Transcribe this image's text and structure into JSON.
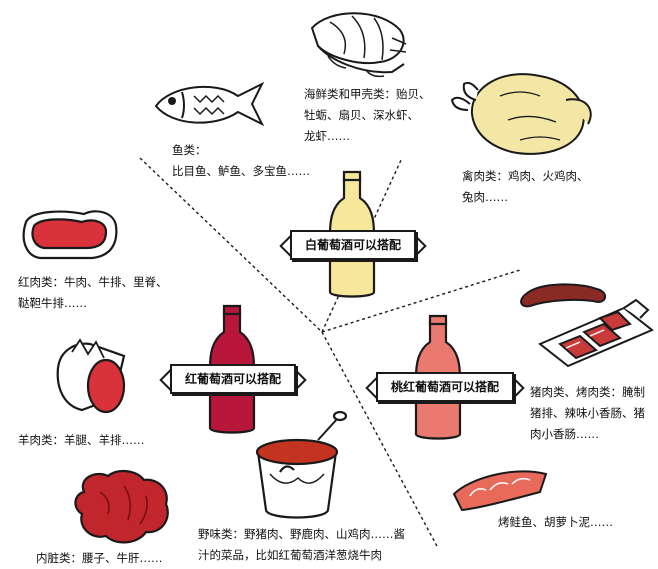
{
  "colors": {
    "white_wine": "#f7e79a",
    "red_wine": "#b8163a",
    "rose_wine": "#ea7a70",
    "red_meat": "#d9323a",
    "sauce": "#c2341f",
    "ink": "#1a1a1a"
  },
  "sections": {
    "white": {
      "label": "白葡萄酒可以搭配",
      "foods": {
        "seafood": [
          "海鲜类和甲壳类：贻贝、",
          "牡蛎、扇贝、深水虾、",
          "龙虾……"
        ],
        "fish": [
          "鱼类：",
          "比目鱼、鲈鱼、多宝鱼……"
        ],
        "poultry": [
          "禽肉类：鸡肉、火鸡肉、",
          "兔肉……"
        ]
      }
    },
    "red": {
      "label": "红葡萄酒可以搭配",
      "foods": {
        "red_meat": [
          "红肉类：牛肉、牛排、里脊、",
          "鞑靼牛排……"
        ],
        "lamb": [
          "羊肉类：羊腿、羊排……"
        ],
        "offal": [
          "内脏类：腰子、牛肝……"
        ]
      }
    },
    "rose": {
      "label": "桃红葡萄酒可以搭配",
      "foods": {
        "pork": [
          "猪肉类、烤肉类：腌制",
          "猪排、辣味小香肠、猪",
          "肉小香肠……"
        ],
        "salmon": [
          "烤鲑鱼、胡萝卜泥……"
        ],
        "game": [
          "野味类：野猪肉、野鹿肉、山鸡肉……酱",
          "汁的菜品，比如红葡萄酒洋葱烧牛肉"
        ]
      }
    }
  },
  "icons": {
    "fish": "fish-icon",
    "seafood": "shellfish-icon",
    "poultry": "roast-chicken-icon",
    "steak": "steak-icon",
    "lamb": "lamb-leg-icon",
    "offal": "offal-icon",
    "sausage": "sausage-icon",
    "pork": "pork-cutting-board-icon",
    "salmon": "salmon-fillet-icon",
    "pot": "stew-pot-icon"
  }
}
